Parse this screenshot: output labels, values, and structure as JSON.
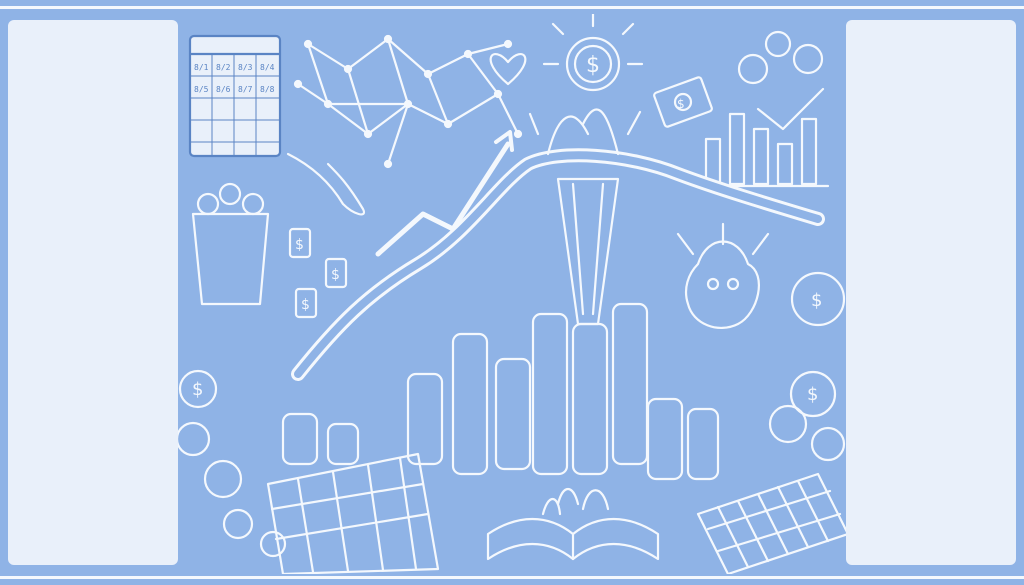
{
  "colors": {
    "background": "#8fb3e6",
    "panel": "#e9f0fa",
    "ink": "#f4f8fd",
    "ink_dark": "#5a84c4"
  },
  "illustration": {
    "icons": [
      "calendar-icon",
      "network-icon",
      "heart-icon",
      "sun-coin-icon",
      "rising-arrow-icon",
      "bar-chart-icon",
      "dollar-tag-icon",
      "funnel-icon",
      "coin-stack-icon",
      "money-bill-icon",
      "open-book-icon",
      "map-grid-icon",
      "potted-money-icon",
      "hand-icon",
      "fountain-icon"
    ],
    "coin_symbol": "$",
    "calendar_cells": [
      "8/1",
      "8/2",
      "8/3",
      "8/4",
      "8/5",
      "8/6",
      "8/7",
      "8/8"
    ]
  }
}
